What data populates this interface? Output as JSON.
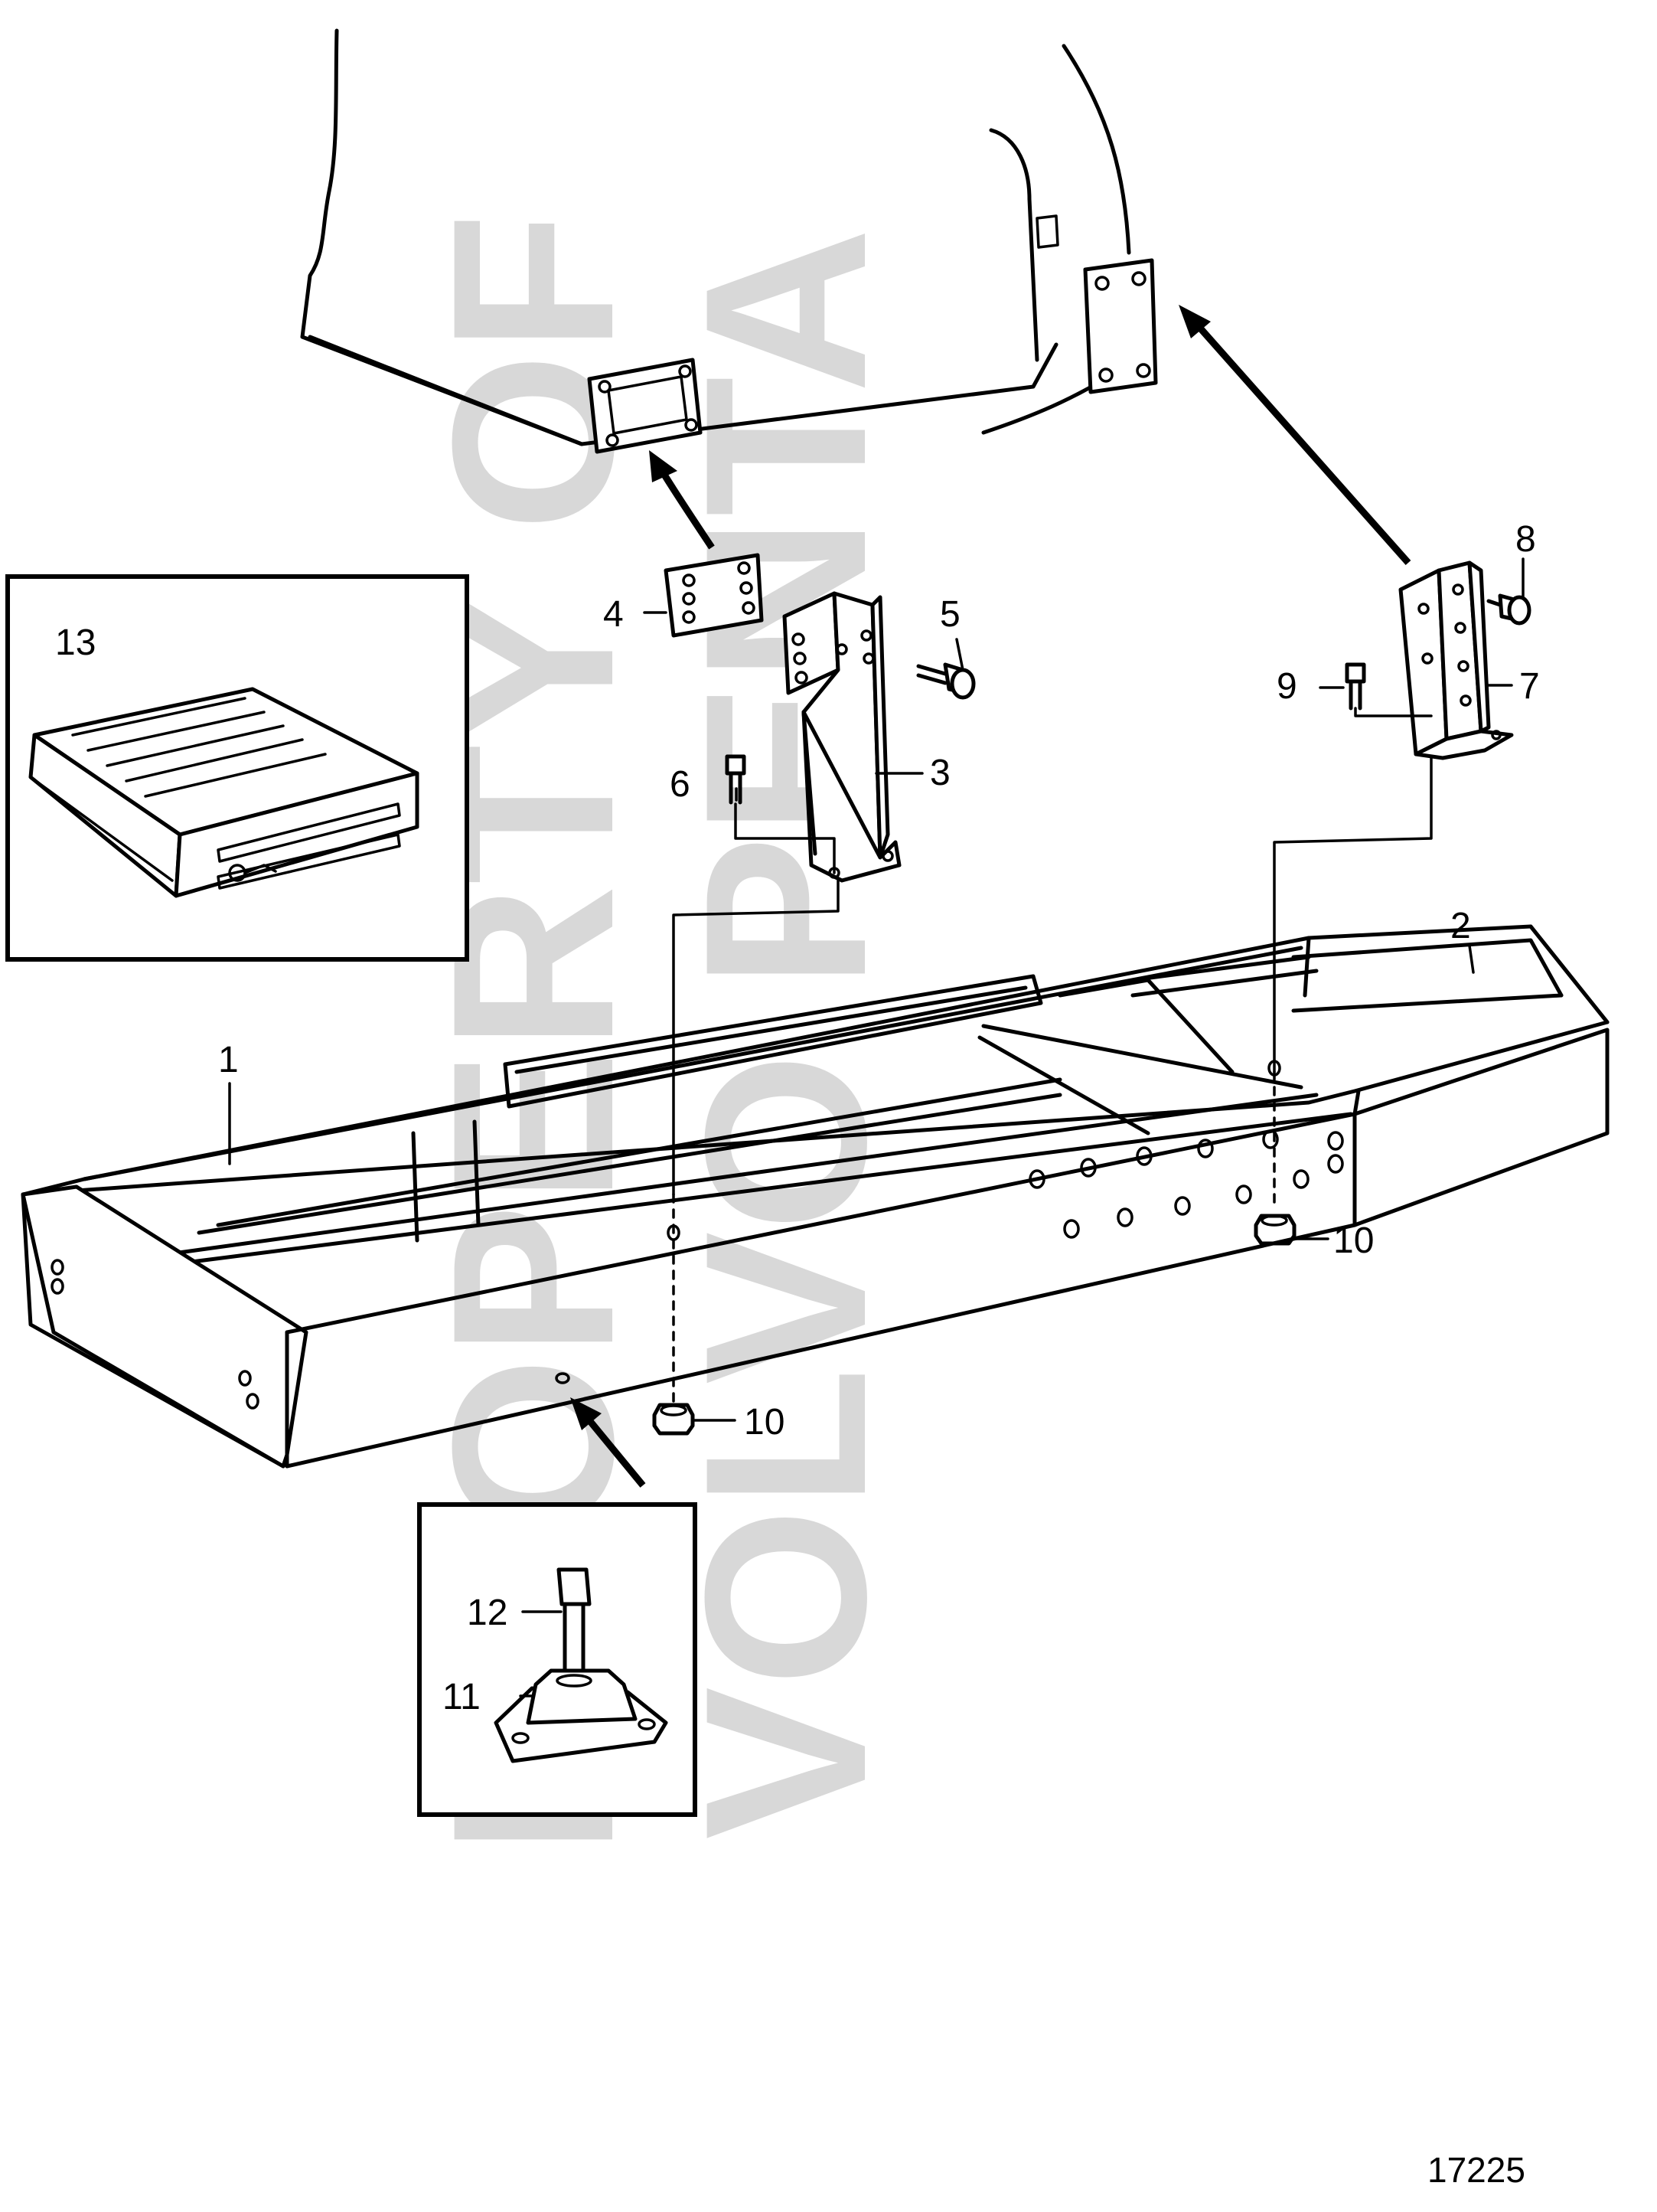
{
  "diagram": {
    "reference_number": "17225",
    "watermark": {
      "line1": "PROPERTY OF",
      "line2": "VOLVO PENTA"
    },
    "callouts": {
      "c1": "1",
      "c2": "2",
      "c3": "3",
      "c4": "4",
      "c5": "5",
      "c6": "6",
      "c7": "7",
      "c8": "8",
      "c9": "9",
      "c10a": "10",
      "c10b": "10",
      "c11": "11",
      "c12": "12",
      "c13": "13"
    }
  }
}
